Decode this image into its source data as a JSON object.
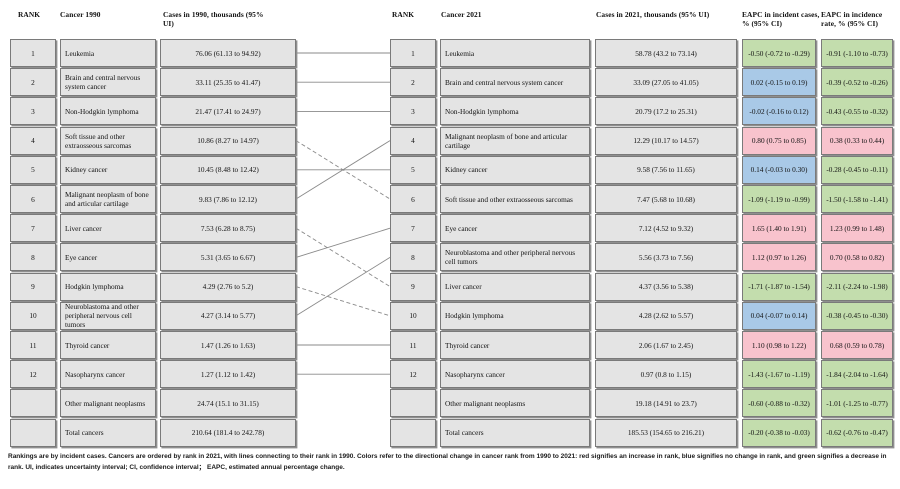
{
  "headers": {
    "rank_1990": "RANK",
    "cancer_1990": "Cancer 1990",
    "cases_1990": "Cases in 1990, thousands (95% UI)",
    "rank_2021": "RANK",
    "cancer_2021": "Cancer 2021",
    "cases_2021": "Cases in 2021, thousands   (95% UI)",
    "eapc_cases": "EAPC in incident cases, % (95% CI)",
    "eapc_rate": "EAPC in incidence rate, % (95% CI)"
  },
  "colors": {
    "red": "#f8c3cd",
    "blue": "#a9c9e7",
    "green": "#c3ddad",
    "cell_gray": "#e4e4e4",
    "border": "#7a7a7a"
  },
  "footnote": "Rankings are by incident cases. Cancers are ordered by rank in 2021, with lines connecting to their rank in 1990. Colors refer to the directional change in cancer rank from 1990 to 2021: red signifies an increase in rank, blue signifies no change in rank, and green signifies a decrease in rank. UI, indicates uncertainty interval; CI, confidence interval；  EAPC, estimated annual percentage change.",
  "chart_data": {
    "type": "table",
    "title": "Cancer incidence rankings 1990 vs 2021",
    "left_panel": {
      "year": 1990,
      "rows": [
        {
          "rank": "1",
          "cancer": "Leukemia",
          "cases": "76.06 (61.13 to 94.92)"
        },
        {
          "rank": "2",
          "cancer": "Brain and central nervous system cancer",
          "cases": "33.11 (25.35 to 41.47)"
        },
        {
          "rank": "3",
          "cancer": "Non-Hodgkin lymphoma",
          "cases": "21.47 (17.41 to 24.97)"
        },
        {
          "rank": "4",
          "cancer": "Soft tissue and other extraosseous sarcomas",
          "cases": "10.86 (8.27 to 14.97)"
        },
        {
          "rank": "5",
          "cancer": "Kidney cancer",
          "cases": "10.45 (8.48 to 12.42)"
        },
        {
          "rank": "6",
          "cancer": "Malignant neoplasm of bone and articular cartilage",
          "cases": "9.83 (7.86 to 12.12)"
        },
        {
          "rank": "7",
          "cancer": "Liver cancer",
          "cases": "7.53 (6.28 to 8.75)"
        },
        {
          "rank": "8",
          "cancer": "Eye cancer",
          "cases": "5.31 (3.65 to 6.67)"
        },
        {
          "rank": "9",
          "cancer": "Hodgkin lymphoma",
          "cases": "4.29 (2.76 to 5.2)"
        },
        {
          "rank": "10",
          "cancer": "Neuroblastoma and other peripheral nervous cell tumors",
          "cases": "4.27 (3.14 to 5.77)"
        },
        {
          "rank": "11",
          "cancer": "Thyroid cancer",
          "cases": "1.47 (1.26 to 1.63)"
        },
        {
          "rank": "12",
          "cancer": "Nasopharynx cancer",
          "cases": "1.27 (1.12 to 1.42)"
        },
        {
          "rank": "",
          "cancer": "Other malignant neoplasms",
          "cases": "24.74 (15.1 to 31.15)"
        },
        {
          "rank": "",
          "cancer": "Total cancers",
          "cases": "210.64 (181.4 to 242.78)"
        }
      ]
    },
    "right_panel": {
      "year": 2021,
      "rows": [
        {
          "rank": "1",
          "cancer": "Leukemia",
          "cases": "58.78 (43.2 to 73.14)",
          "eapc_cases": "-0.50 (-0.72 to -0.29)",
          "eapc_cases_color": "green",
          "eapc_rate": "-0.91 (-1.10 to -0.73)",
          "eapc_rate_color": "green"
        },
        {
          "rank": "2",
          "cancer": "Brain and central nervous system cancer",
          "cases": "33.09 (27.05 to 41.05)",
          "eapc_cases": "0.02 (-0.15 to 0.19)",
          "eapc_cases_color": "blue",
          "eapc_rate": "-0.39 (-0.52 to -0.26)",
          "eapc_rate_color": "green"
        },
        {
          "rank": "3",
          "cancer": "Non-Hodgkin lymphoma",
          "cases": "20.79 (17.2 to 25.31)",
          "eapc_cases": "-0.02 (-0.16 to 0.12)",
          "eapc_cases_color": "blue",
          "eapc_rate": "-0.43 (-0.55 to -0.32)",
          "eapc_rate_color": "green"
        },
        {
          "rank": "4",
          "cancer": "Malignant neoplasm of bone and articular cartilage",
          "cases": "12.29 (10.17 to 14.57)",
          "eapc_cases": "0.80 (0.75 to 0.85)",
          "eapc_cases_color": "red",
          "eapc_rate": "0.38 (0.33 to 0.44)",
          "eapc_rate_color": "red"
        },
        {
          "rank": "5",
          "cancer": "Kidney cancer",
          "cases": "9.58 (7.56 to 11.65)",
          "eapc_cases": "0.14 (-0.03 to 0.30)",
          "eapc_cases_color": "blue",
          "eapc_rate": "-0.28 (-0.45 to -0.11)",
          "eapc_rate_color": "green"
        },
        {
          "rank": "6",
          "cancer": "Soft tissue and other extraosseous sarcomas",
          "cases": "7.47 (5.68 to 10.68)",
          "eapc_cases": "-1.09 (-1.19 to -0.99)",
          "eapc_cases_color": "green",
          "eapc_rate": "-1.50 (-1.58 to -1.41)",
          "eapc_rate_color": "green"
        },
        {
          "rank": "7",
          "cancer": "Eye cancer",
          "cases": "7.12 (4.52 to 9.32)",
          "eapc_cases": "1.65 (1.40 to 1.91)",
          "eapc_cases_color": "red",
          "eapc_rate": "1.23 (0.99 to 1.48)",
          "eapc_rate_color": "red"
        },
        {
          "rank": "8",
          "cancer": "Neuroblastoma and other peripheral nervous cell tumors",
          "cases": "5.56 (3.73 to 7.56)",
          "eapc_cases": "1.12 (0.97 to 1.26)",
          "eapc_cases_color": "red",
          "eapc_rate": "0.70 (0.58 to 0.82)",
          "eapc_rate_color": "red"
        },
        {
          "rank": "9",
          "cancer": "Liver cancer",
          "cases": "4.37 (3.56 to 5.38)",
          "eapc_cases": "-1.71 (-1.87 to -1.54)",
          "eapc_cases_color": "green",
          "eapc_rate": "-2.11 (-2.24 to -1.98)",
          "eapc_rate_color": "green"
        },
        {
          "rank": "10",
          "cancer": "Hodgkin lymphoma",
          "cases": "4.28 (2.62 to 5.57)",
          "eapc_cases": "0.04 (-0.07 to 0.14)",
          "eapc_cases_color": "blue",
          "eapc_rate": "-0.38 (-0.45 to -0.30)",
          "eapc_rate_color": "green"
        },
        {
          "rank": "11",
          "cancer": "Thyroid cancer",
          "cases": "2.06 (1.67 to 2.45)",
          "eapc_cases": "1.10 (0.98 to 1.22)",
          "eapc_cases_color": "red",
          "eapc_rate": "0.68 (0.59 to 0.78)",
          "eapc_rate_color": "red"
        },
        {
          "rank": "12",
          "cancer": "Nasopharynx cancer",
          "cases": "0.97 (0.8 to 1.15)",
          "eapc_cases": "-1.43 (-1.67 to -1.19)",
          "eapc_cases_color": "green",
          "eapc_rate": "-1.84 (-2.04 to -1.64)",
          "eapc_rate_color": "green"
        },
        {
          "rank": "",
          "cancer": "Other malignant neoplasms",
          "cases": "19.18 (14.91 to 23.7)",
          "eapc_cases": "-0.60 (-0.88 to -0.32)",
          "eapc_cases_color": "green",
          "eapc_rate": "-1.01 (-1.25 to -0.77)",
          "eapc_rate_color": "green"
        },
        {
          "rank": "",
          "cancer": "Total cancers",
          "cases": "185.53 (154.65 to 216.21)",
          "eapc_cases": "-0.20 (-0.38 to -0.03)",
          "eapc_cases_color": "green",
          "eapc_rate": "-0.62 (-0.76 to -0.47)",
          "eapc_rate_color": "green"
        }
      ]
    },
    "links": [
      {
        "from_rank_1990": 1,
        "to_rank_2021": 1,
        "style": "solid"
      },
      {
        "from_rank_1990": 2,
        "to_rank_2021": 2,
        "style": "solid"
      },
      {
        "from_rank_1990": 3,
        "to_rank_2021": 3,
        "style": "solid"
      },
      {
        "from_rank_1990": 4,
        "to_rank_2021": 6,
        "style": "dashed"
      },
      {
        "from_rank_1990": 5,
        "to_rank_2021": 5,
        "style": "solid"
      },
      {
        "from_rank_1990": 6,
        "to_rank_2021": 4,
        "style": "solid"
      },
      {
        "from_rank_1990": 7,
        "to_rank_2021": 9,
        "style": "dashed"
      },
      {
        "from_rank_1990": 8,
        "to_rank_2021": 7,
        "style": "solid"
      },
      {
        "from_rank_1990": 9,
        "to_rank_2021": 10,
        "style": "dashed"
      },
      {
        "from_rank_1990": 10,
        "to_rank_2021": 8,
        "style": "solid"
      },
      {
        "from_rank_1990": 11,
        "to_rank_2021": 11,
        "style": "solid"
      },
      {
        "from_rank_1990": 12,
        "to_rank_2021": 12,
        "style": "solid"
      }
    ]
  }
}
